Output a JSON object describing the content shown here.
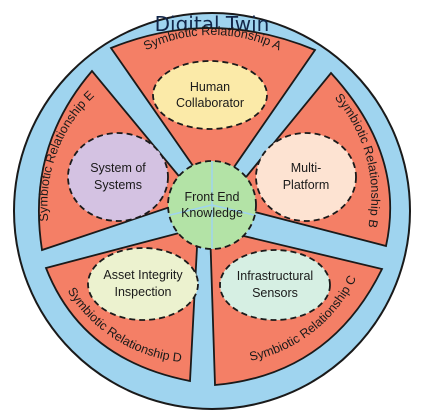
{
  "title": "Digital Twin",
  "center": {
    "line1": "Front End",
    "line2": "Knowledge"
  },
  "sectors": [
    {
      "id": "a",
      "label": "Symbiotic Relationship A",
      "node_line1": "Human",
      "node_line2": "Collaborator",
      "node_color": "#fbeaa8"
    },
    {
      "id": "b",
      "label": "Symbiotic Relationship B",
      "node_line1": "Multi-",
      "node_line2": "Platform",
      "node_color": "#fde3d2"
    },
    {
      "id": "c",
      "label": "Symbiotic Relationship C",
      "node_line1": "Infrastructural",
      "node_line2": "Sensors",
      "node_color": "#d6efe3"
    },
    {
      "id": "d",
      "label": "Symbiotic Relationship D",
      "node_line1": "Asset Integrity",
      "node_line2": "Inspection",
      "node_color": "#ecf2cf"
    },
    {
      "id": "e",
      "label": "Symbiotic Relationship E",
      "node_line1": "System of",
      "node_line2": "Systems",
      "node_color": "#d4c2e2"
    }
  ],
  "colors": {
    "ring": "#9fd4ef",
    "sector": "#f47f66",
    "center": "#b3e3a6",
    "outline": "#1a1a1a"
  }
}
